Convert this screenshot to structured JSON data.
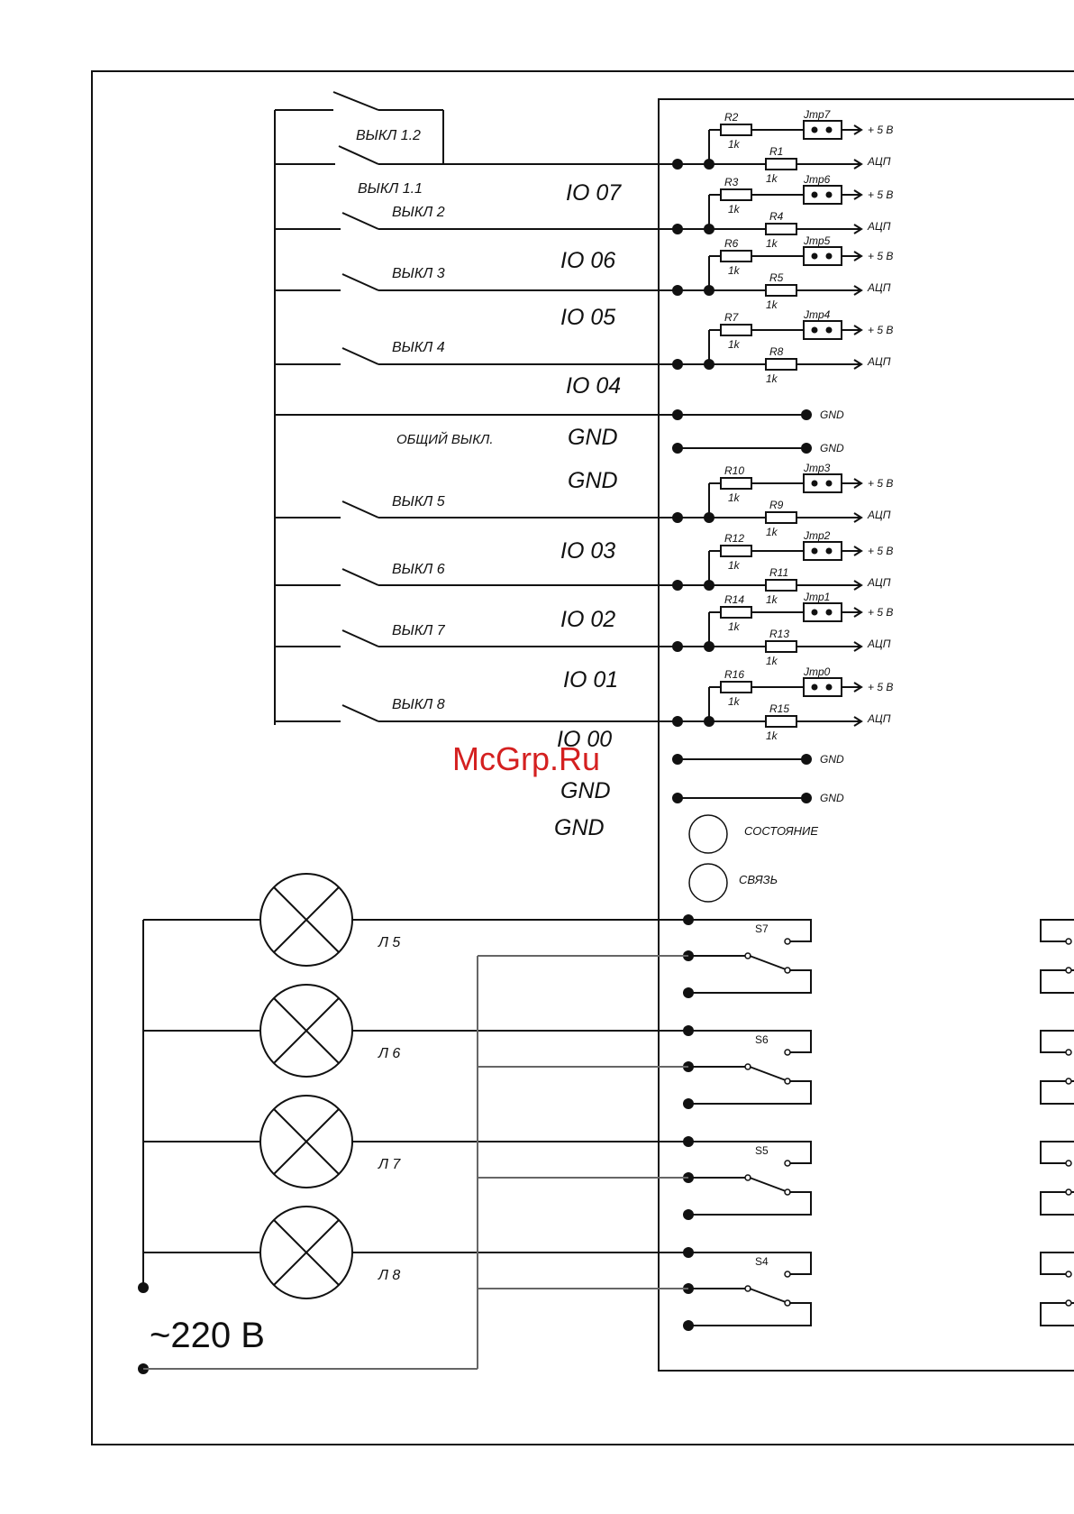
{
  "watermark": "McGrp.Ru",
  "switches": {
    "s12": "ВЫКЛ 1.2",
    "s11": "ВЫКЛ 1.1",
    "s2": "ВЫКЛ 2",
    "s3": "ВЫКЛ 3",
    "s4": "ВЫКЛ 4",
    "common": "ОБЩИЙ ВЫКЛ.",
    "s5": "ВЫКЛ 5",
    "s6": "ВЫКЛ 6",
    "s7": "ВЫКЛ 7",
    "s8": "ВЫКЛ 8"
  },
  "io_labels": {
    "io07": "IO 07",
    "io06": "IO 06",
    "io05": "IO 05",
    "io04": "IO 04",
    "gnd1": "GND",
    "gnd2": "GND",
    "io03": "IO 03",
    "io02": "IO 02",
    "io01": "IO 01",
    "io00": "IO 00",
    "gnd3": "GND",
    "gnd4": "GND"
  },
  "inputs": [
    {
      "rTop": "R2",
      "rBot": "R1",
      "jmp": "Jmp7"
    },
    {
      "rTop": "R3",
      "rBot": "R4",
      "jmp": "Jmp6"
    },
    {
      "rTop": "R6",
      "rBot": "R5",
      "jmp": "Jmp5"
    },
    {
      "rTop": "R7",
      "rBot": "R8",
      "jmp": "Jmp4"
    },
    {
      "rTop": "R10",
      "rBot": "R9",
      "jmp": "Jmp3"
    },
    {
      "rTop": "R12",
      "rBot": "R11",
      "jmp": "Jmp2"
    },
    {
      "rTop": "R14",
      "rBot": "R13",
      "jmp": "Jmp1"
    },
    {
      "rTop": "R16",
      "rBot": "R15",
      "jmp": "Jmp0"
    }
  ],
  "common_text": {
    "resistance": "1k",
    "plus5": "+ 5 В",
    "adc": "АЦП",
    "gnd": "GND"
  },
  "indicators": {
    "status": "СОСТОЯНИЕ",
    "link": "СВЯЗЬ"
  },
  "lamps": [
    "Л 5",
    "Л 6",
    "Л 7",
    "Л 8"
  ],
  "relays": [
    "S7",
    "S6",
    "S5",
    "S4"
  ],
  "mains": "~220 В"
}
